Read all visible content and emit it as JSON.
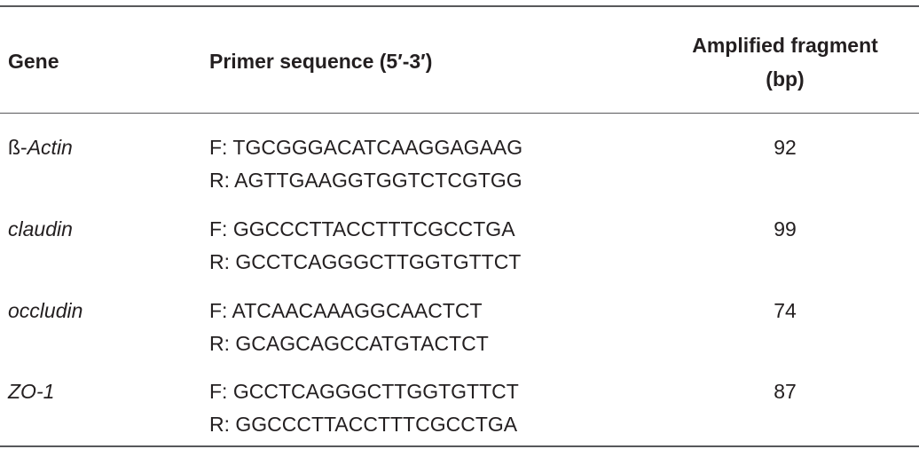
{
  "table": {
    "headers": {
      "gene": "Gene",
      "primer": "Primer sequence (5′-3′)",
      "fragment_line1": "Amplified fragment",
      "fragment_line2": "(bp)"
    },
    "rows": [
      {
        "gene_prefix": "ß-",
        "gene_italic": "Actin",
        "forward": "F: TGCGGGACATCAAGGAGAAG",
        "reverse": "R: AGTTGAAGGTGGTCTCGTGG",
        "fragment": "92"
      },
      {
        "gene_prefix": "",
        "gene_italic": "claudin",
        "forward": "F: GGCCCTTACCTTTCGCCTGA",
        "reverse": "R: GCCTCAGGGCTTGGTGTTCT",
        "fragment": "99"
      },
      {
        "gene_prefix": "",
        "gene_italic": "occludin",
        "forward": "F: ATCAACAAAGGCAACTCT",
        "reverse": "R: GCAGCAGCCATGTACTCT",
        "fragment": "74"
      },
      {
        "gene_prefix": "",
        "gene_italic": "ZO-1",
        "forward": "F: GCCTCAGGGCTTGGTGTTCT",
        "reverse": "R: GGCCCTTACCTTTCGCCTGA",
        "fragment": "87"
      }
    ]
  }
}
